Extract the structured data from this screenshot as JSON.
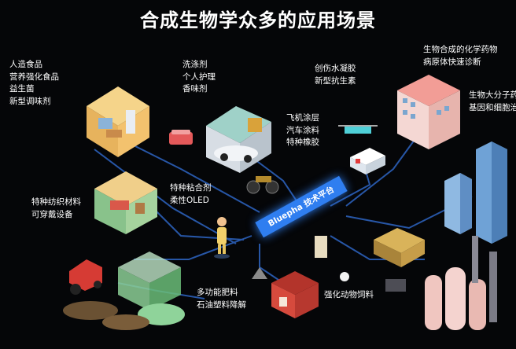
{
  "title": "合成生物学众多的应用场景",
  "hub_label": "Bluepha 技术平台",
  "colors": {
    "background": "#050608",
    "line": "#2b5fb8",
    "hub": "#2f7ef0",
    "text": "#ffffff"
  },
  "scenes": [
    {
      "id": "food",
      "items": [
        "人造食品",
        "营养强化食品",
        "益生菌",
        "新型调味剂"
      ],
      "icon": "kitchen-room-icon"
    },
    {
      "id": "personal-care",
      "items": [
        "洗涤剂",
        "个人护理",
        "香味剂"
      ],
      "icon": "soap-icon"
    },
    {
      "id": "coatings",
      "items": [
        "飞机涂层",
        "汽车涂料",
        "特种橡胶"
      ],
      "icon": "garage-car-icon"
    },
    {
      "id": "medical-materials",
      "items": [
        "创伤水凝胶",
        "新型抗生素"
      ],
      "icon": "ambulance-icon"
    },
    {
      "id": "drugs",
      "items": [
        "生物合成的化学药物",
        "病原体快速诊断"
      ],
      "icon": "hospital-icon"
    },
    {
      "id": "macromolecules",
      "items": [
        "生物大分子药",
        "基因和细胞治"
      ],
      "icon": "skyscraper-icon"
    },
    {
      "id": "textiles",
      "items": [
        "特种纺织材料",
        "可穿戴设备"
      ],
      "icon": "bedroom-icon"
    },
    {
      "id": "adhesives",
      "items": [
        "特种粘合剂",
        "柔性OLED"
      ],
      "icon": "person-icon"
    },
    {
      "id": "agriculture",
      "items": [
        "多功能肥料",
        "石油塑料降解"
      ],
      "icon": "greenhouse-icon"
    },
    {
      "id": "feed",
      "items": [
        "强化动物饲料"
      ],
      "icon": "barn-icon"
    }
  ]
}
